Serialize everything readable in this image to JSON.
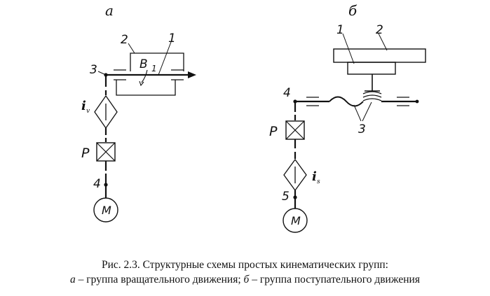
{
  "panels": {
    "a": {
      "letter": "а",
      "labels": {
        "n1": "1",
        "n2": "2",
        "n3": "3",
        "n4": "4",
        "b1": "B",
        "b1_sub": "1",
        "p": "P",
        "m": "M",
        "iv": "i",
        "iv_sub": "v"
      }
    },
    "b": {
      "letter": "б",
      "labels": {
        "n1": "1",
        "n2": "2",
        "n3": "3",
        "n4": "4",
        "n5": "5",
        "p": "P",
        "m": "M",
        "is": "i",
        "is_sub": "s"
      }
    }
  },
  "caption": {
    "line1": "Рис. 2.3. Структурные схемы простых кинематических групп:",
    "a_letter": "а",
    "a_text": " – группа вращательного движения; ",
    "b_letter": "б",
    "b_text": " – группа поступательного движения"
  }
}
